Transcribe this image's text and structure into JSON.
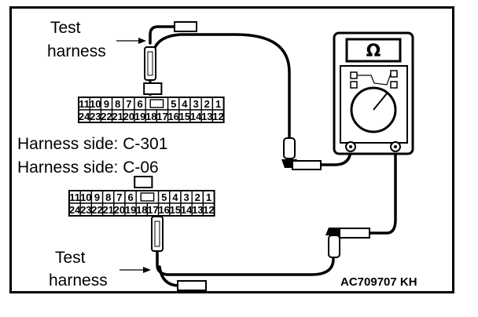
{
  "labels": {
    "test_harness_top": [
      "Test",
      "harness"
    ],
    "test_harness_bottom": [
      "Test",
      "harness"
    ],
    "harness_side_1": "Harness side: C-301",
    "harness_side_2": "Harness side: C-06",
    "figure_code": "AC709707 KH"
  },
  "meter": {
    "symbol": "Ω",
    "icon": "ohmmeter-icon"
  },
  "connector_top": {
    "row1": [
      "11",
      "10",
      "9",
      "8",
      "7",
      "6",
      "",
      "5",
      "4",
      "3",
      "2",
      "1"
    ],
    "row2": [
      "24",
      "23",
      "22",
      "21",
      "20",
      "19",
      "18",
      "17",
      "16",
      "15",
      "14",
      "13",
      "12"
    ]
  },
  "connector_bottom": {
    "row1": [
      "11",
      "10",
      "9",
      "8",
      "7",
      "6",
      "",
      "5",
      "4",
      "3",
      "2",
      "1"
    ],
    "row2": [
      "24",
      "23",
      "22",
      "21",
      "20",
      "19",
      "18",
      "17",
      "16",
      "15",
      "14",
      "13",
      "12"
    ]
  }
}
